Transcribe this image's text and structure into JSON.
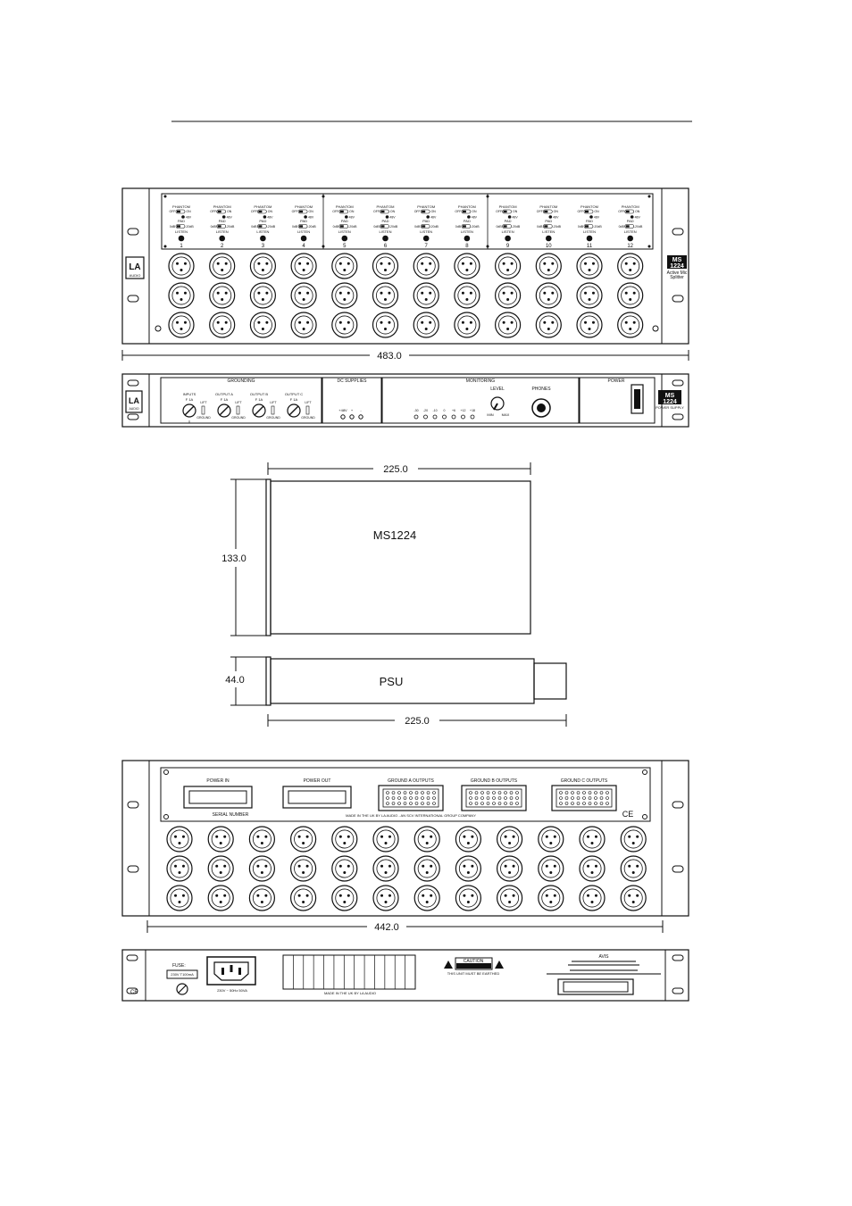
{
  "front_panel": {
    "channel_labels": {
      "phantom": "PHANTOM",
      "off": "OFF",
      "on": "ON",
      "v48": "48V",
      "pad": "PAD",
      "db0": "0dB",
      "db20": "-20dB",
      "listen": "LISTEN"
    },
    "channels": [
      "1",
      "2",
      "3",
      "4",
      "5",
      "6",
      "7",
      "8",
      "9",
      "10",
      "11",
      "12"
    ],
    "logo_top": "LA",
    "logo_bottom": "AUDIO",
    "model_badge_top": "MS",
    "model_badge_bottom": "1224",
    "model_desc_1": "Active Mic",
    "model_desc_2": "Splitter",
    "width_dim": "483.0"
  },
  "psu_front": {
    "sections": [
      "GROUNDING",
      "DC SUPPLIES",
      "MONITORING",
      "POWER"
    ],
    "grounding_groups": [
      {
        "name": "INPUTS",
        "fuse": "F 1A"
      },
      {
        "name": "OUTPUT A",
        "fuse": "F 1A"
      },
      {
        "name": "OUTPUT B",
        "fuse": "F 1A"
      },
      {
        "name": "OUTPUT C",
        "fuse": "F 1A"
      }
    ],
    "lift": "LIFT",
    "ground": "GROUND",
    "dc_labels": [
      "+48V",
      "+",
      "-"
    ],
    "monitoring_leds": [
      "-30",
      "-20",
      "-10",
      "0",
      "+6",
      "+12",
      "+18"
    ],
    "level": "LEVEL",
    "phones": "PHONES",
    "level_min": "MIN",
    "level_max": "MAX",
    "badge_top": "MS",
    "badge_bottom": "1224",
    "power_supply": "POWER SUPPLY"
  },
  "side_views": {
    "ms_width": "225.0",
    "ms_height": "133.0",
    "ms_label": "MS1224",
    "psu_height": "44.0",
    "psu_width": "225.0",
    "psu_label": "PSU"
  },
  "rear_panel": {
    "power_in": "POWER IN",
    "power_out": "POWER OUT",
    "ground_outputs": [
      "GROUND A OUTPUTS",
      "GROUND B OUTPUTS",
      "GROUND C OUTPUTS"
    ],
    "serial": "SERIAL NUMBER",
    "made_in": "MADE IN THE UK BY LA AUDIO - AN SCV INTERNATIONAL GROUP COMPANY",
    "ce": "CE",
    "width_dim": "442.0"
  },
  "psu_rear": {
    "fuse_label": "FUSE:",
    "fuse_value": "230V T100mA",
    "mains_rating": "230V ~ 50Hz 50VA",
    "caution": "CAUTION",
    "earthed": "THIS UNIT MUST BE EARTHED",
    "made_in": "MADE IN THE UK BY LA AUDIO",
    "avis": "AVIS",
    "ce": "CE"
  }
}
